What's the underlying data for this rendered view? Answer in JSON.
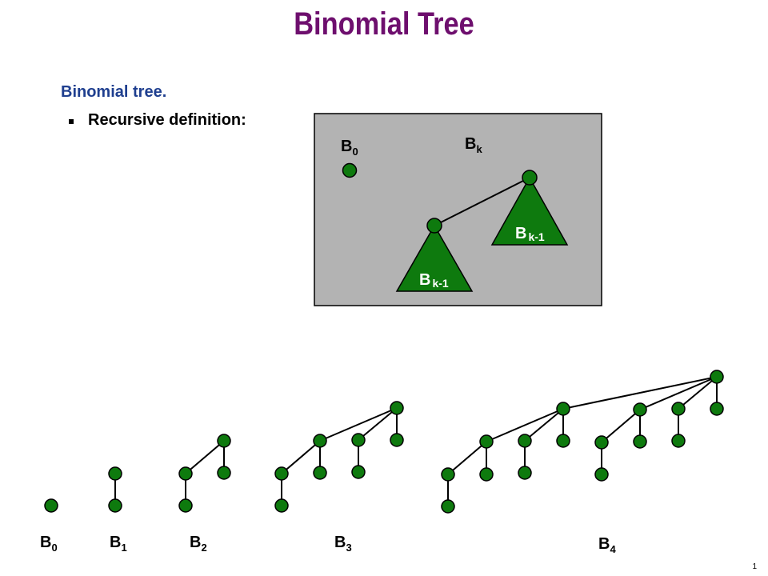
{
  "slide": {
    "title": "Binomial Tree",
    "heading": "Binomial tree.",
    "bullet": "Recursive definition:",
    "page_number": "1"
  },
  "definition_box": {
    "b0": {
      "base": "B",
      "sub": "0"
    },
    "bk": {
      "base": "B",
      "sub": "k"
    },
    "subtree_left": {
      "base": "B",
      "sub": "k-1"
    },
    "subtree_right": {
      "base": "B",
      "sub": "k-1"
    }
  },
  "trees": [
    {
      "base": "B",
      "sub": "0"
    },
    {
      "base": "B",
      "sub": "1"
    },
    {
      "base": "B",
      "sub": "2"
    },
    {
      "base": "B",
      "sub": "3"
    },
    {
      "base": "B",
      "sub": "4"
    }
  ],
  "colors": {
    "title": "#6e0f6e",
    "heading": "#1f3f8f",
    "node_fill": "#0e7a0e",
    "box_fill": "#b3b3b3"
  }
}
